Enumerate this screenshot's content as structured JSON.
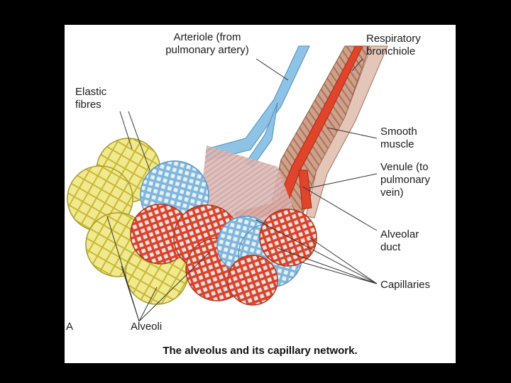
{
  "labels": {
    "arteriole": "Arteriole (from\npulmonary artery)",
    "respiratory_bronchiole": "Respiratory\nbronchiole",
    "elastic_fibres": "Elastic\nfibres",
    "smooth_muscle": "Smooth\nmuscle",
    "venule": "Venule (to\npulmonary\nvein)",
    "alveolar_duct": "Alveolar\nduct",
    "capillaries": "Capillaries",
    "alveoli": "Alveoli",
    "panel": "A"
  },
  "caption": "The alveolus and its capillary network.",
  "colors": {
    "artery_blue": "#8ec3e6",
    "vein_red": "#e0442a",
    "tissue_pink": "#d9b7b3",
    "muscle_brown": "#c79880",
    "elastic_yellow": "#eadf6a",
    "frame_black": "#000000"
  }
}
